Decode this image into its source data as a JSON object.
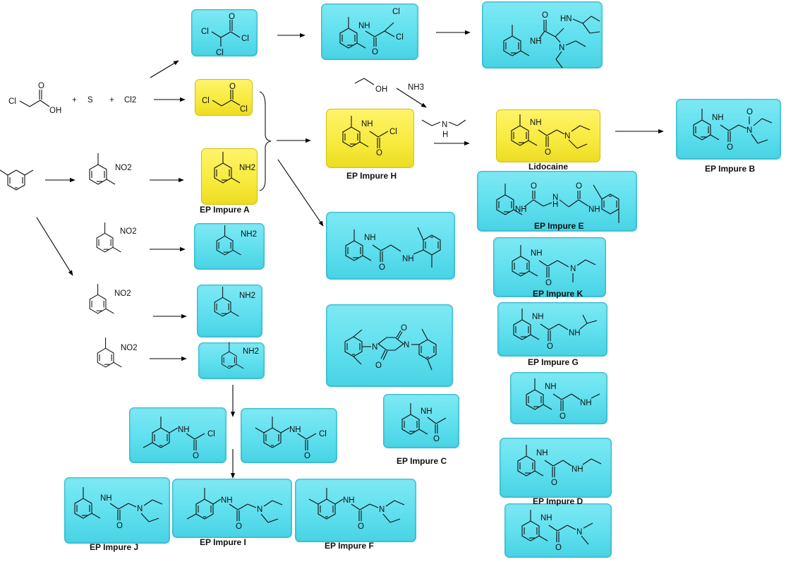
{
  "diagram": {
    "labels": {
      "impure_a": "EP Impure A",
      "impure_h": "EP Impure H",
      "lidocaine": "Lidocaine",
      "impure_b": "EP Impure B",
      "impure_e": "EP Impure E",
      "impure_k": "EP Impure K",
      "impure_g": "EP Impure G",
      "impure_d": "EP Impure D",
      "impure_c": "EP Impure C",
      "impure_j": "EP Impure J",
      "impure_i": "EP Impure I",
      "impure_f": "EP Impure F"
    },
    "reagents": {
      "chloroacetic_acid_cl": "Cl",
      "chloroacetic_acid_oh": "OH",
      "plus_1": "+",
      "sulfur": "S",
      "plus_2": "+",
      "chlorine": "Cl2",
      "ethanol_oh": "OH",
      "ammonia": "NH3",
      "diethylamine_h": "H",
      "diethylamine_n": "N"
    },
    "atoms": {
      "cl": "Cl",
      "o": "O",
      "n": "N",
      "nh": "NH",
      "hn": "HN",
      "h": "H",
      "nh2": "NH2",
      "no2": "NO2"
    },
    "colors": {
      "highlight_cyan": "#5fdfee",
      "highlight_yellow": "#f7ea3c",
      "bond_line": "#111111",
      "arrow": "#000000"
    }
  }
}
